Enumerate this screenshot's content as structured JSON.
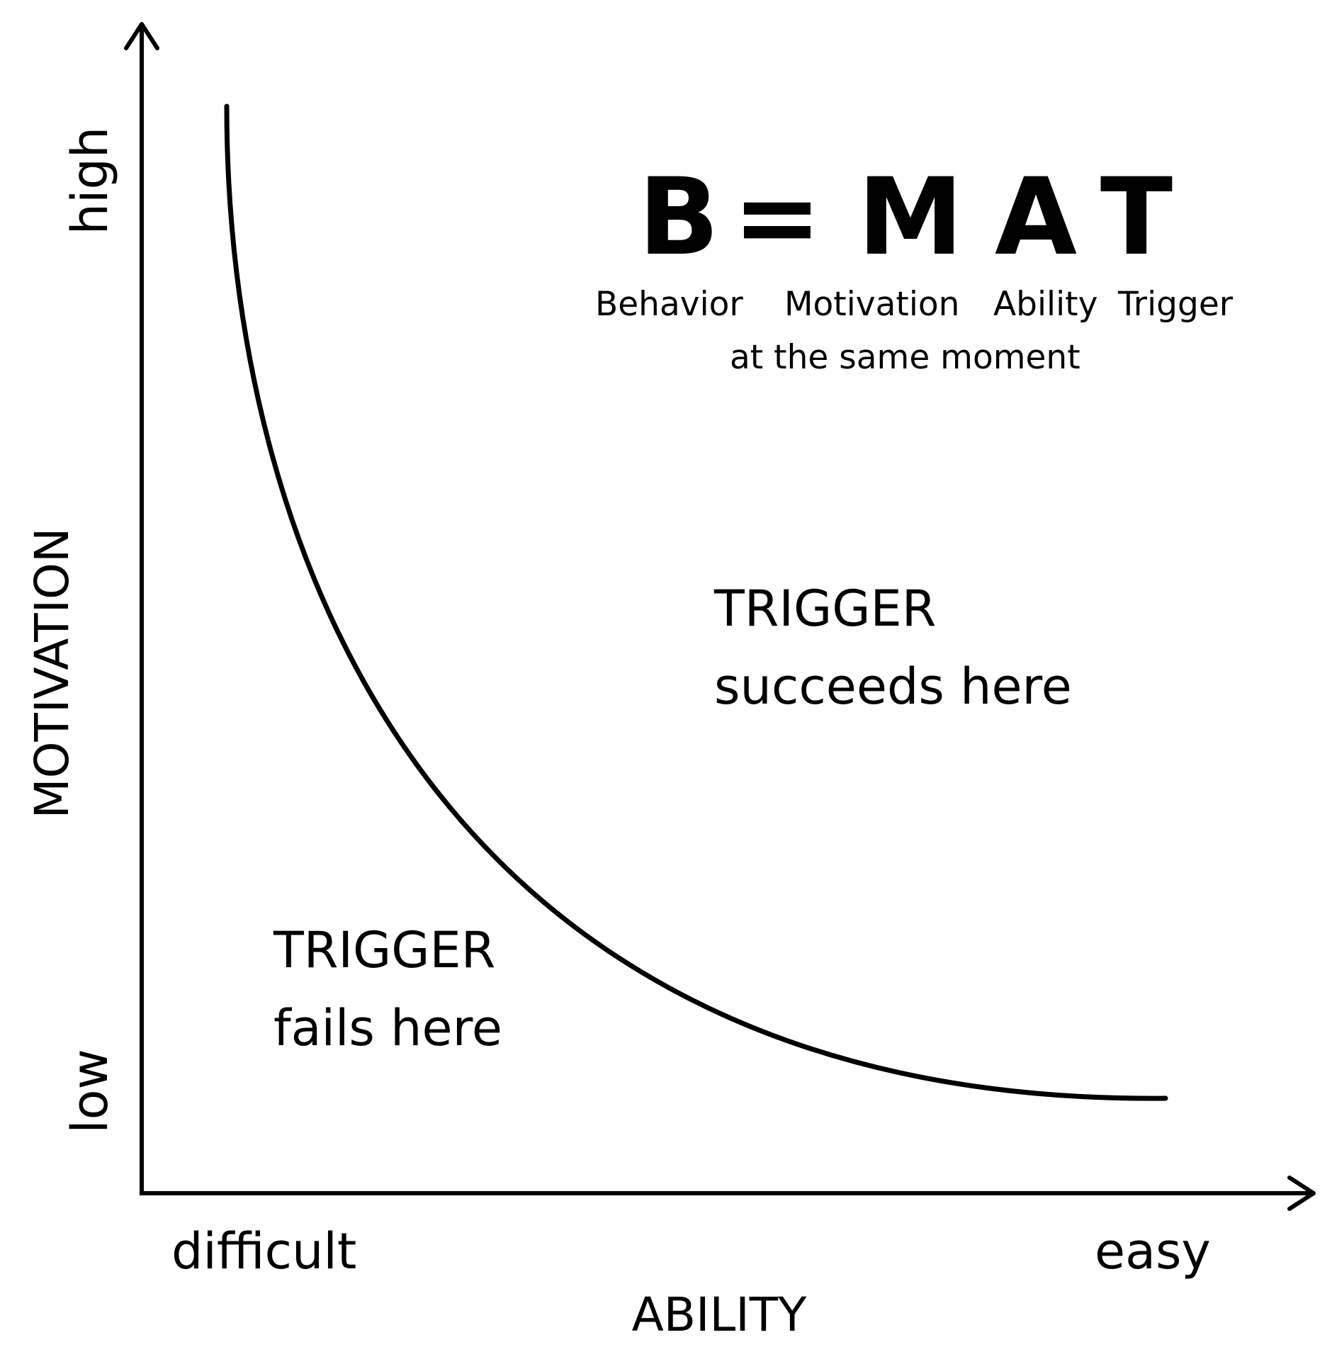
{
  "formula": {
    "letters": [
      "B",
      "=",
      "M",
      "A",
      "T"
    ],
    "word_labels": [
      "Behavior",
      "Motivation",
      "Ability",
      "Trigger"
    ],
    "subline": "at the same moment"
  },
  "regions": {
    "success": {
      "line1": "TRIGGER",
      "line2": "succeeds here"
    },
    "failure": {
      "line1": "TRIGGER",
      "line2": "fails here"
    }
  },
  "axes": {
    "x_title": "ABILITY",
    "x_low": "difficult",
    "x_high": "easy",
    "y_title": "MOTIVATION",
    "y_low": "low",
    "y_high": "high"
  },
  "colors": {
    "ink": "#000000",
    "background": "#ffffff"
  }
}
